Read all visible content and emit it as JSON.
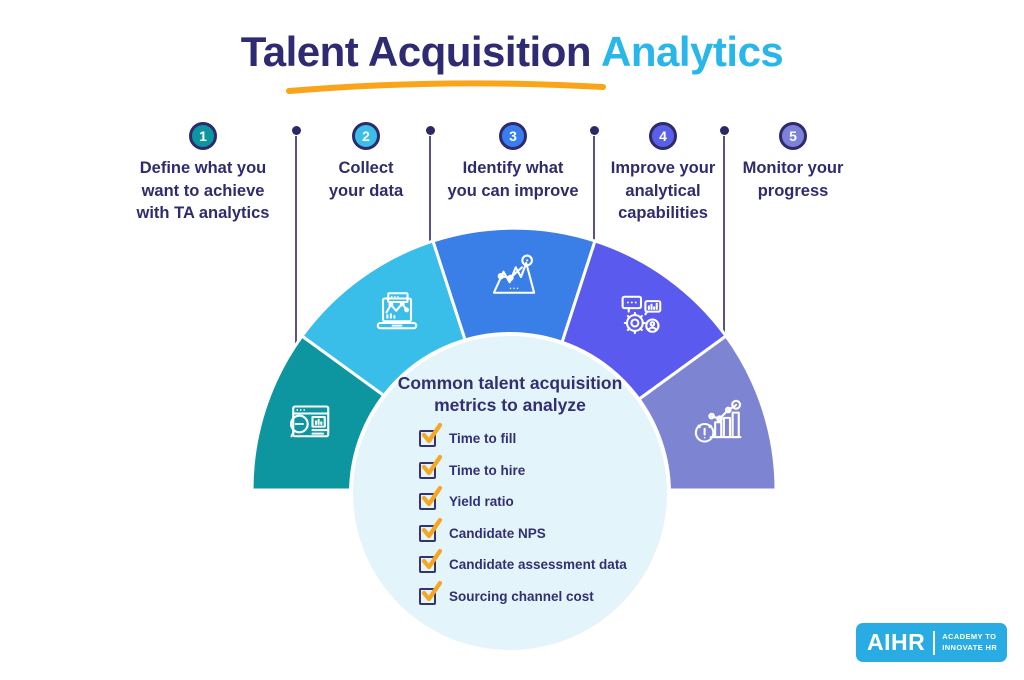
{
  "title": {
    "text_dark": "Talent Acquisition",
    "text_accent": "Analytics"
  },
  "colors": {
    "navy": "#2E2B72",
    "accent_blue": "#29B6E9",
    "underline_orange": "#F9A41B",
    "check_orange": "#F5A623",
    "circle_bg": "#E4F4FB"
  },
  "steps": [
    {
      "number": "1",
      "label": "Define what you\nwant to achieve\nwith TA analytics",
      "badge_color": "#0E96A0"
    },
    {
      "number": "2",
      "label": "Collect\nyour data",
      "badge_color": "#3BBEE8"
    },
    {
      "number": "3",
      "label": "Identify what\nyou can improve",
      "badge_color": "#3A7DF0"
    },
    {
      "number": "4",
      "label": "Improve your\nanalytical\ncapabilities",
      "badge_color": "#5A5FE8"
    },
    {
      "number": "5",
      "label": "Monitor your\nprogress",
      "badge_color": "#7B82D8"
    }
  ],
  "wheel": {
    "segments": [
      {
        "name": "define",
        "color": "#0E96A0",
        "icon": "analytics-search-icon"
      },
      {
        "name": "collect",
        "color": "#38BEE9",
        "icon": "laptop-chart-icon"
      },
      {
        "name": "identify",
        "color": "#3A7EE8",
        "icon": "growth-chart-icon"
      },
      {
        "name": "improve",
        "color": "#5A5AEE",
        "icon": "process-gears-icon"
      },
      {
        "name": "monitor",
        "color": "#7D84D2",
        "icon": "performance-gauge-icon"
      }
    ]
  },
  "center_circle": {
    "heading": "Common talent acquisition metrics to analyze",
    "metrics": [
      "Time to fill",
      "Time to hire",
      "Yield ratio",
      "Candidate NPS",
      "Candidate assessment data",
      "Sourcing channel cost"
    ]
  },
  "logo": {
    "brand": "AIHR",
    "tagline_line1": "ACADEMY TO",
    "tagline_line2": "INNOVATE HR",
    "bg_color": "#29ACE3"
  }
}
